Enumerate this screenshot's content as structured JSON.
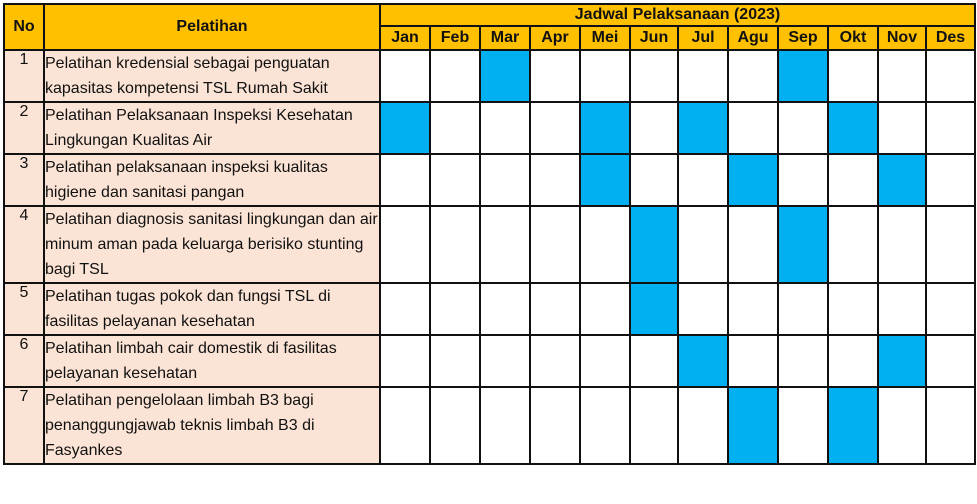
{
  "header": {
    "no": "No",
    "training": "Pelatihan",
    "schedule": "Jadwal Pelaksanaan (2023)"
  },
  "months": [
    "Jan",
    "Feb",
    "Mar",
    "Apr",
    "Mei",
    "Jun",
    "Jul",
    "Agu",
    "Sep",
    "Okt",
    "Nov",
    "Des"
  ],
  "rows": [
    {
      "no": "1",
      "name": "Pelatihan kredensial sebagai penguatan kapasitas kompetensi TSL Rumah Sakit",
      "active": [
        3,
        9
      ]
    },
    {
      "no": "2",
      "name": "Pelatihan Pelaksanaan Inspeksi Kesehatan Lingkungan Kualitas Air",
      "active": [
        1,
        5,
        7,
        10
      ]
    },
    {
      "no": "3",
      "name": "Pelatihan pelaksanaan inspeksi kualitas higiene dan sanitasi pangan",
      "active": [
        5,
        8,
        11
      ]
    },
    {
      "no": "4",
      "name": "Pelatihan diagnosis sanitasi lingkungan dan air minum aman pada keluarga berisiko stunting bagi TSL",
      "active": [
        6,
        9
      ]
    },
    {
      "no": "5",
      "name": "Pelatihan tugas pokok dan fungsi TSL di fasilitas pelayanan kesehatan",
      "active": [
        6
      ]
    },
    {
      "no": "6",
      "name": "Pelatihan limbah cair domestik di fasilitas pelayanan kesehatan",
      "active": [
        7,
        11
      ]
    },
    {
      "no": "7",
      "name": "Pelatihan pengelolaan limbah B3 bagi penanggungjawab teknis limbah B3 di Fasyankes",
      "active": [
        8,
        10
      ]
    }
  ],
  "colors": {
    "header": "#ffc000",
    "label_bg": "#fbe4d5",
    "active": "#00b0f0"
  }
}
